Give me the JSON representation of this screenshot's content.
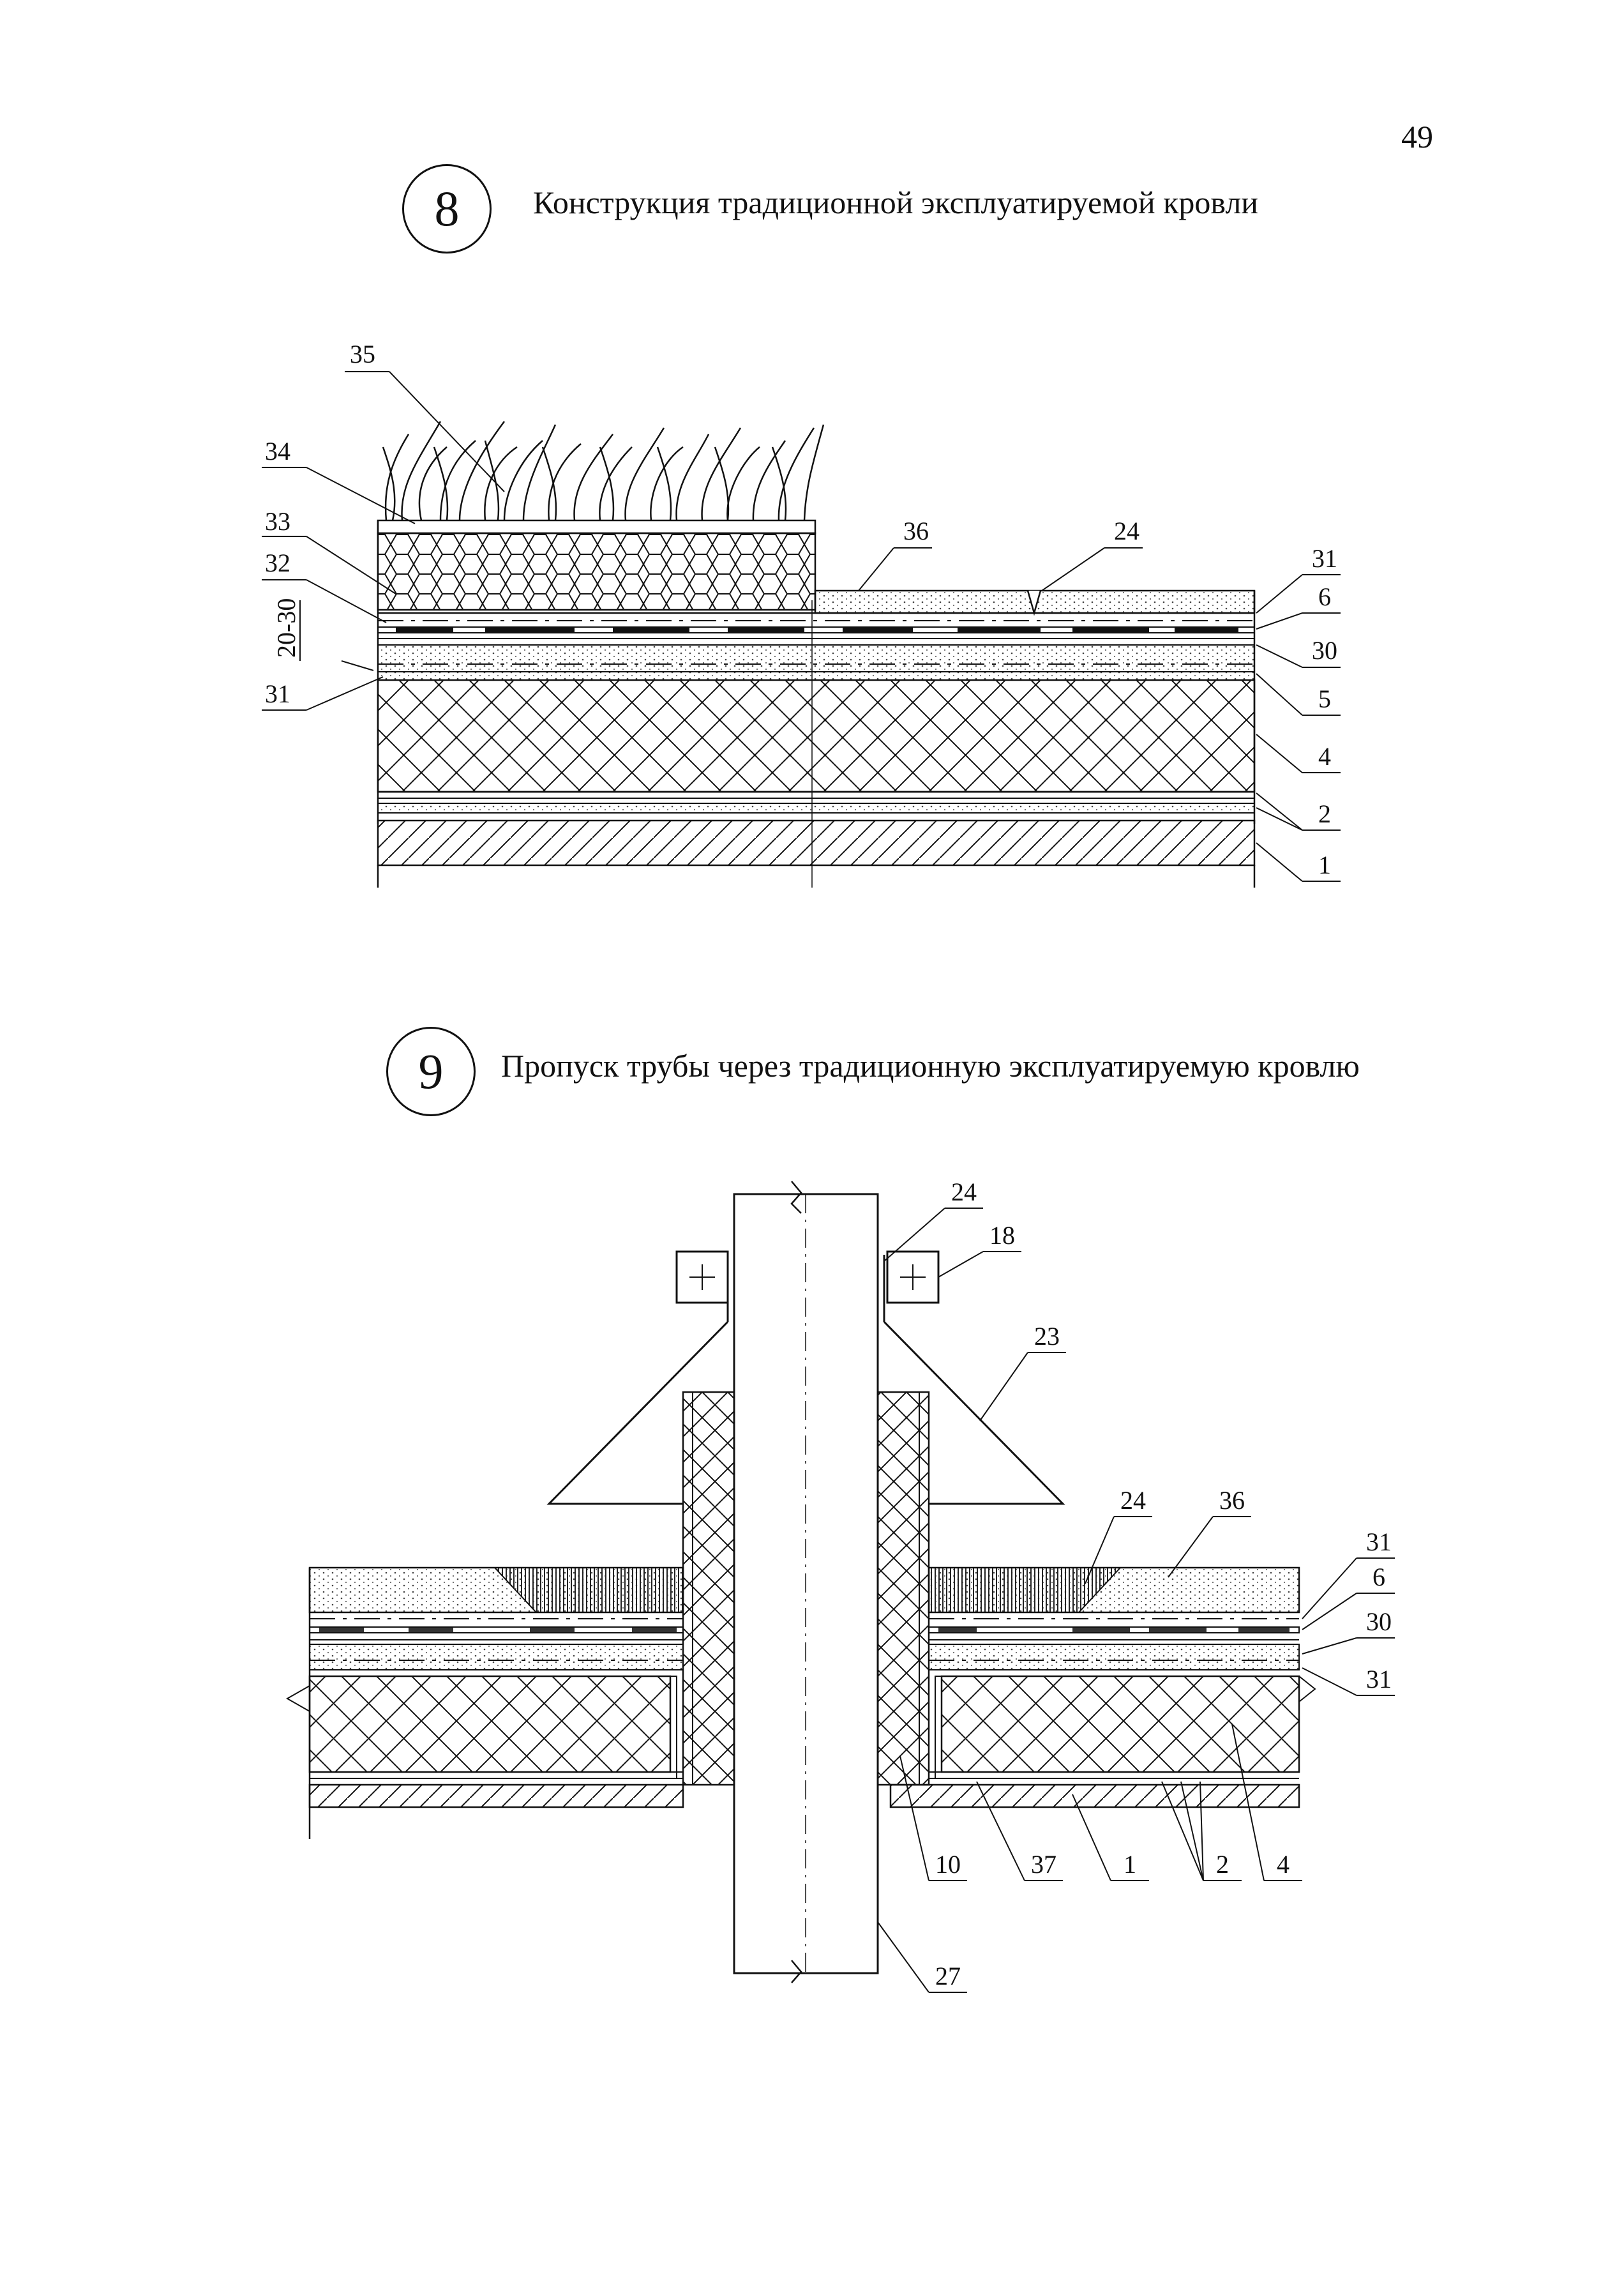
{
  "page_number": "49",
  "figure8": {
    "number": "8",
    "title": "Конструкция традиционной эксплуатируемой кровли",
    "callouts": {
      "c35": "35",
      "c34": "34",
      "c33": "33",
      "c32": "32",
      "c20_30": "20-30",
      "c31_left": "31",
      "c36": "36",
      "c24": "24",
      "c31_right": "31",
      "c6": "6",
      "c30": "30",
      "c5": "5",
      "c4": "4",
      "c2": "2",
      "c1": "1"
    }
  },
  "figure9": {
    "number": "9",
    "title": "Пропуск трубы через традиционную эксплуатируемую кровлю",
    "callouts": {
      "c24_top": "24",
      "c18": "18",
      "c23": "23",
      "c24_mid": "24",
      "c36": "36",
      "c31_top": "31",
      "c6": "6",
      "c30": "30",
      "c31_bottom": "31",
      "c10": "10",
      "c37": "37",
      "c1": "1",
      "c2": "2",
      "c4": "4",
      "c27": "27"
    }
  }
}
